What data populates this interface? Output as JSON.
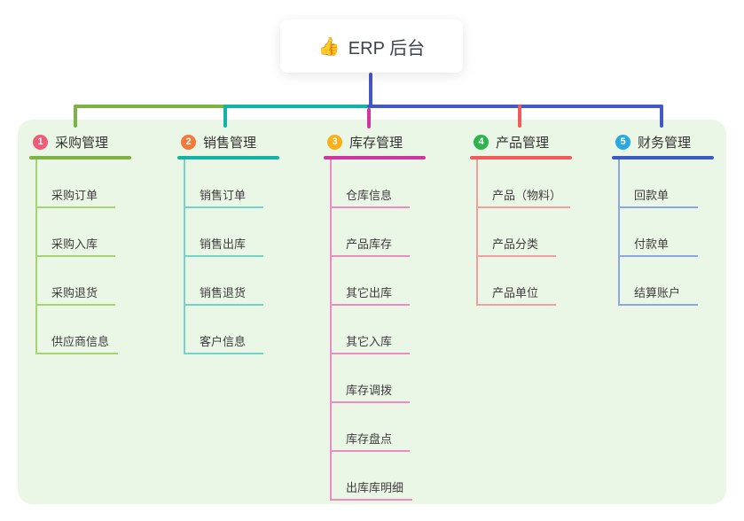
{
  "root": {
    "icon": "👍",
    "label": "ERP 后台"
  },
  "branches": [
    {
      "number": "1",
      "label": "采购管理",
      "badge_color": "#F25C77",
      "line_color": "#7CB342",
      "child_line_color": "#A8D373",
      "children": [
        "采购订单",
        "采购入库",
        "采购退货",
        "供应商信息"
      ]
    },
    {
      "number": "2",
      "label": "销售管理",
      "badge_color": "#F5793B",
      "line_color": "#12B5A5",
      "child_line_color": "#74D4C9",
      "children": [
        "销售订单",
        "销售出库",
        "销售退货",
        "客户信息"
      ]
    },
    {
      "number": "3",
      "label": "库存管理",
      "badge_color": "#FCAF17",
      "line_color": "#D2359F",
      "child_line_color": "#EE8AC4",
      "children": [
        "仓库信息",
        "产品库存",
        "其它出库",
        "其它入库",
        "库存调拨",
        "库存盘点",
        "出库库明细"
      ]
    },
    {
      "number": "4",
      "label": "产品管理",
      "badge_color": "#2FB34F",
      "line_color": "#F4595C",
      "child_line_color": "#F59E9E",
      "children": [
        "产品（物料）",
        "产品分类",
        "产品单位"
      ]
    },
    {
      "number": "5",
      "label": "财务管理",
      "badge_color": "#29A9E0",
      "line_color": "#3A5BC7",
      "child_line_color": "#8EA6E6",
      "children": [
        "回款单",
        "付款单",
        "结算账户"
      ]
    }
  ],
  "colors": {
    "panel_bg": "#EBF7E6",
    "stem_blue": "#4556C6",
    "trunk_blue": "#4459C8"
  }
}
